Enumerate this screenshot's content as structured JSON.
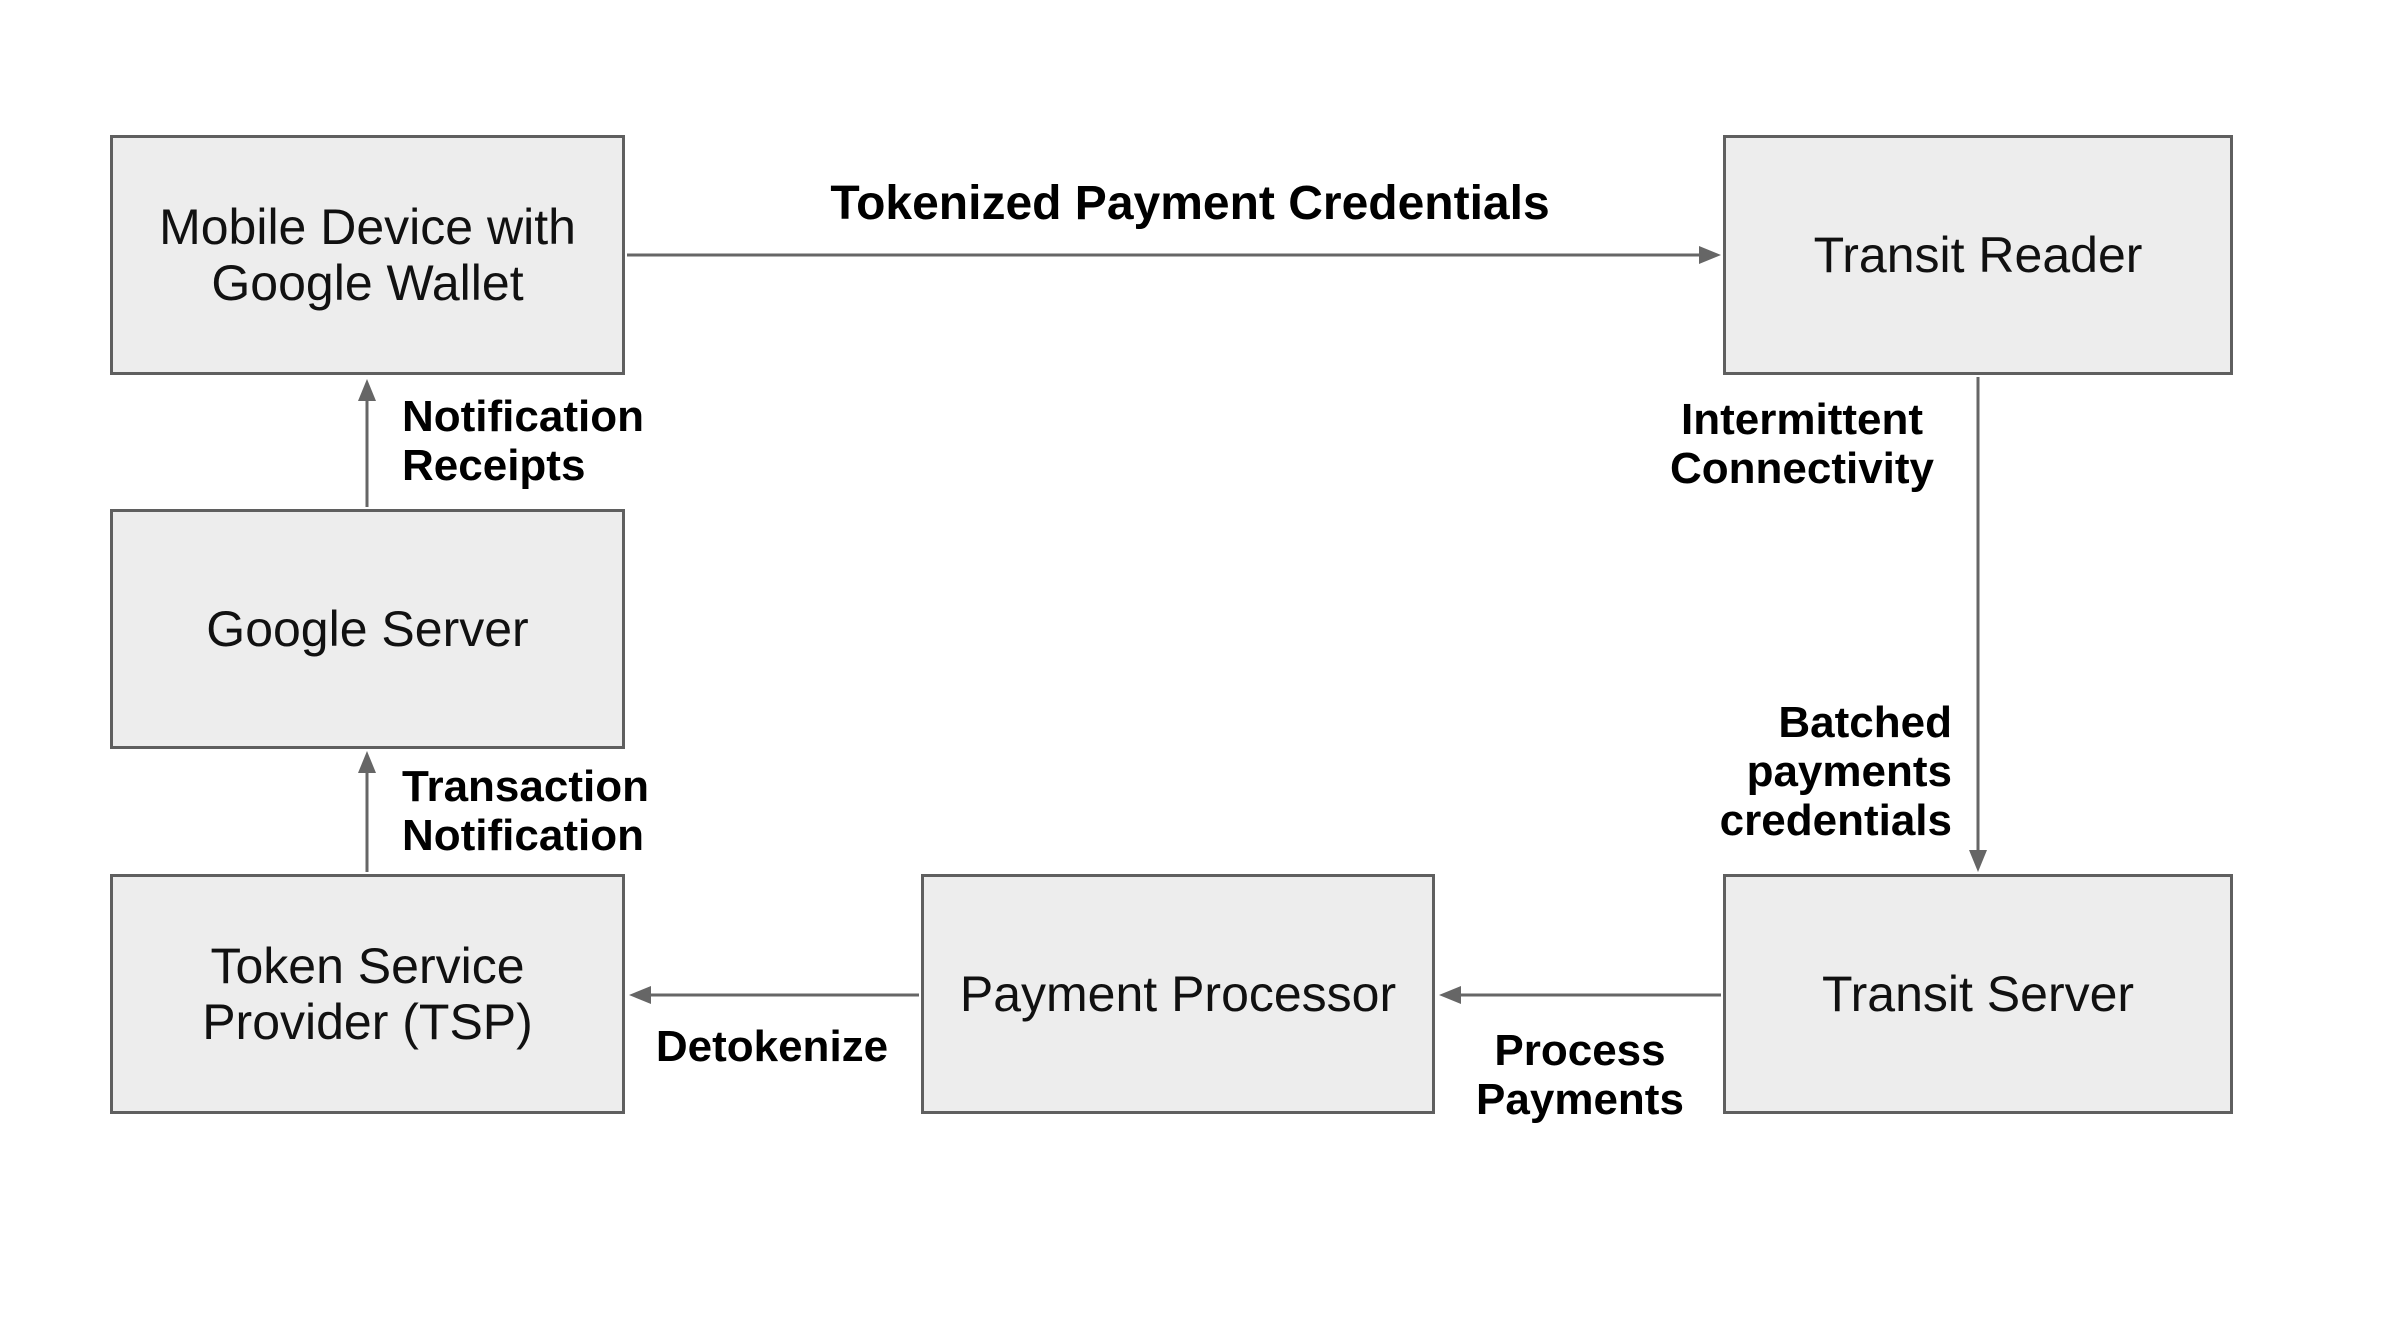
{
  "diagram": {
    "title_edge_label": "Tokenized Payment Credentials",
    "colors": {
      "background": "#ffffff",
      "node_fill": "#ededed",
      "node_border": "#5f5f5f",
      "arrow": "#666666",
      "node_text": "#111111",
      "edge_label_text": "#000000"
    },
    "nodes": [
      {
        "id": "mobile-device",
        "label": "Mobile Device with Google Wallet"
      },
      {
        "id": "transit-reader",
        "label": "Transit Reader"
      },
      {
        "id": "google-server",
        "label": "Google Server"
      },
      {
        "id": "tsp",
        "label": "Token Service Provider (TSP)"
      },
      {
        "id": "payment-processor",
        "label": "Payment Processor"
      },
      {
        "id": "transit-server",
        "label": "Transit Server"
      }
    ],
    "edges": [
      {
        "from": "mobile-device",
        "to": "transit-reader",
        "direction": "right",
        "label": "Tokenized Payment Credentials"
      },
      {
        "from": "google-server",
        "to": "mobile-device",
        "direction": "up",
        "label": "Notification Receipts"
      },
      {
        "from": "tsp",
        "to": "google-server",
        "direction": "up",
        "label": "Transaction Notification"
      },
      {
        "from": "transit-reader",
        "to": "transit-server",
        "direction": "down",
        "labels": [
          "Intermittent Connectivity",
          "Batched payments credentials"
        ]
      },
      {
        "from": "transit-server",
        "to": "payment-processor",
        "direction": "left",
        "label": "Process Payments"
      },
      {
        "from": "payment-processor",
        "to": "tsp",
        "direction": "left",
        "label": "Detokenize"
      }
    ]
  }
}
